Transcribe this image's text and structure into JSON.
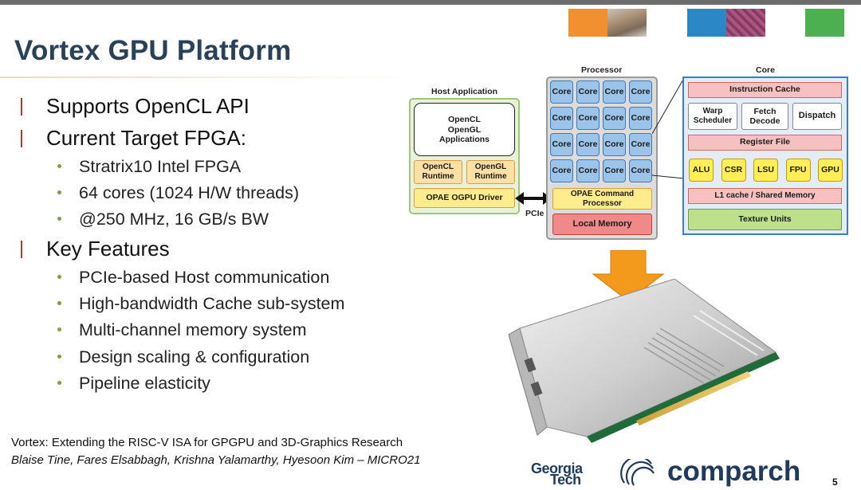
{
  "slide": {
    "title": "Vortex GPU Platform",
    "page_number": "5"
  },
  "header_tiles": {
    "colors": [
      "#f2902f",
      "#2c87c7",
      "#4caf50"
    ]
  },
  "bullets": [
    {
      "text": "Supports OpenCL API",
      "level": 1
    },
    {
      "text": "Current Target FPGA:",
      "level": 1
    },
    {
      "text": "Stratrix10 Intel FPGA",
      "level": 2
    },
    {
      "text": "64 cores (1024 H/W threads)",
      "level": 2
    },
    {
      "text": "@250 MHz, 16 GB/s BW",
      "level": 2
    },
    {
      "text": "Key Features",
      "level": 1
    },
    {
      "text": "PCIe-based Host communication",
      "level": 2
    },
    {
      "text": "High-bandwidth Cache sub-system",
      "level": 2
    },
    {
      "text": "Multi-channel memory system",
      "level": 2
    },
    {
      "text": "Design scaling & configuration",
      "level": 2
    },
    {
      "text": "Pipeline elasticity",
      "level": 2
    }
  ],
  "citation": {
    "paper": "Vortex: Extending the RISC-V ISA for GPGPU and 3D-Graphics Research",
    "authors": "Blaise Tine, Fares Elsabbagh, Krishna Yalamarthy, Hyesoon Kim – MICRO21"
  },
  "diagram": {
    "host": {
      "label": "Host Application",
      "apps_line1": "OpenCL",
      "apps_line2": "OpenGL",
      "apps_line3": "Applications",
      "opencl_rt_1": "OpenCL",
      "opencl_rt_2": "Runtime",
      "opengl_rt_1": "OpenGL",
      "opengl_rt_2": "Runtime",
      "driver": "OPAE OGPU Driver"
    },
    "link_label": "PCIe",
    "processor": {
      "label": "Processor",
      "core_label": "Core",
      "core_rows": 4,
      "core_cols": 4,
      "cmd_1": "OPAE Command",
      "cmd_2": "Processor",
      "local_memory": "Local Memory"
    },
    "core": {
      "label": "Core",
      "icache": "Instruction Cache",
      "warp_1": "Warp",
      "warp_2": "Scheduler",
      "fetch_1": "Fetch",
      "fetch_2": "Decode",
      "dispatch": "Dispatch",
      "regfile": "Register File",
      "units": [
        "ALU",
        "CSR",
        "LSU",
        "FPU",
        "GPU"
      ],
      "l1": "L1 cache / Shared Memory",
      "texture": "Texture Units"
    }
  },
  "logos": {
    "georgia_1": "Georgia",
    "georgia_2": "Tech",
    "comparch": "comparch"
  }
}
